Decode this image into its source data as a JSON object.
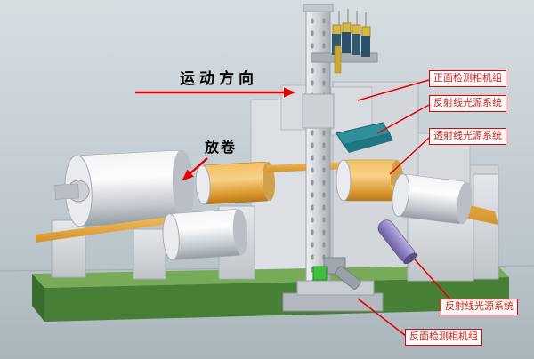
{
  "figure": {
    "labels": {
      "motion_direction": "运动方向",
      "unwind": "放卷",
      "front_camera_group": "正面检测相机组",
      "reflective_light_top": "反射线光源系统",
      "transmissive_light": "透射线光源系统",
      "reflective_light_bottom": "反射线光源系统",
      "back_camera_group": "反面检测相机组"
    },
    "colors": {
      "annotation_red": "#e60000",
      "callout_text_red": "#c9251f",
      "web_orange": "#e2a238",
      "base_green": "#477f36",
      "machine_gray": "#cdd2d6",
      "camera_blue": "#31586e",
      "light_source_teal": "#2f8f9b",
      "roller_purple": "#9184c4",
      "bracket_yellow": "#d8b83e",
      "led_green": "#3ec13e"
    }
  }
}
